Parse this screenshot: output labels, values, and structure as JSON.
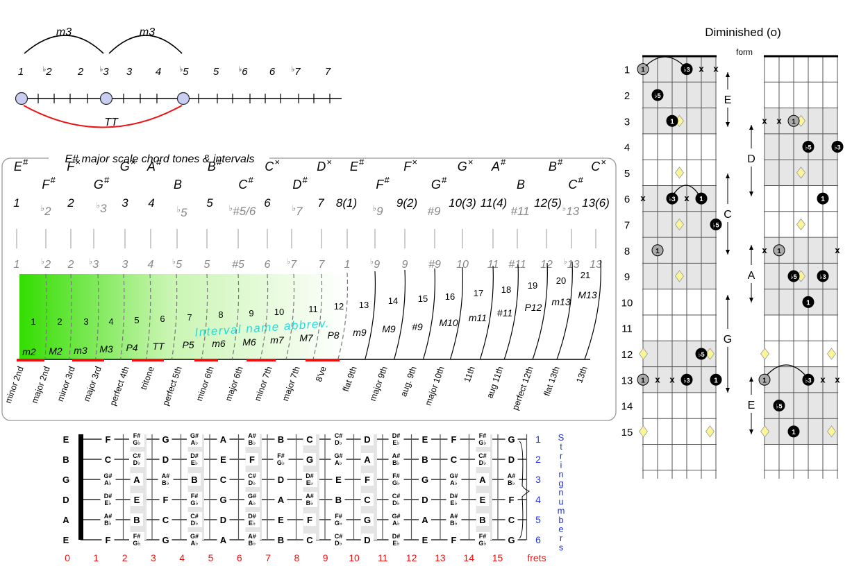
{
  "title": "Diminished (o)",
  "form_label": "form",
  "top_scale": {
    "m3": "m3",
    "tt": "TT",
    "degrees": [
      {
        "d": "1",
        "f": false
      },
      {
        "d": "2",
        "f": true
      },
      {
        "d": "2",
        "f": false
      },
      {
        "d": "3",
        "f": true
      },
      {
        "d": "3",
        "f": false
      },
      {
        "d": "4",
        "f": false
      },
      {
        "d": "5",
        "f": true
      },
      {
        "d": "5",
        "f": false
      },
      {
        "d": "6",
        "f": true
      },
      {
        "d": "6",
        "f": false
      },
      {
        "d": "7",
        "f": true
      },
      {
        "d": "7",
        "f": false
      }
    ]
  },
  "panel_title": "E# major scale chord tones & intervals",
  "interval_note": "Interval name abbrev.",
  "intervals": [
    {
      "note": "E",
      "acc": "#",
      "deg": "1",
      "degf": false,
      "gdeg": "1",
      "gf": false,
      "semi": "",
      "abbr": "",
      "full": ""
    },
    {
      "note": "F",
      "acc": "#",
      "deg": "2",
      "degf": true,
      "gdeg": "2",
      "gf": true,
      "semi": "1",
      "abbr": "m2",
      "full": "minor 2nd"
    },
    {
      "note": "F",
      "acc": "x",
      "deg": "2",
      "degf": false,
      "gdeg": "2",
      "gf": false,
      "semi": "2",
      "abbr": "M2",
      "full": "major 2nd"
    },
    {
      "note": "G",
      "acc": "#",
      "deg": "3",
      "degf": true,
      "gdeg": "3",
      "gf": true,
      "semi": "3",
      "abbr": "m3",
      "full": "minor 3rd"
    },
    {
      "note": "G",
      "acc": "x",
      "deg": "3",
      "degf": false,
      "gdeg": "3",
      "gf": false,
      "semi": "4",
      "abbr": "M3",
      "full": "major 3rd"
    },
    {
      "note": "A",
      "acc": "#",
      "deg": "4",
      "degf": false,
      "gdeg": "4",
      "gf": false,
      "semi": "5",
      "abbr": "P4",
      "full": "perfect 4th"
    },
    {
      "note": "B",
      "acc": "",
      "deg": "5",
      "degf": true,
      "gdeg": "5",
      "gf": true,
      "semi": "6",
      "abbr": "TT",
      "full": "tritone"
    },
    {
      "note": "B",
      "acc": "#",
      "deg": "5",
      "degf": false,
      "gdeg": "5",
      "gf": false,
      "semi": "7",
      "abbr": "P5",
      "full": "perfect 5th"
    },
    {
      "note": "C",
      "acc": "#",
      "deg": "#5/6",
      "degf": true,
      "gdeg": "#5",
      "gf": false,
      "semi": "8",
      "abbr": "m6",
      "full": "minor 6th"
    },
    {
      "note": "C",
      "acc": "x",
      "deg": "6",
      "degf": false,
      "gdeg": "6",
      "gf": false,
      "semi": "9",
      "abbr": "M6",
      "full": "major 6th"
    },
    {
      "note": "D",
      "acc": "#",
      "deg": "7",
      "degf": true,
      "gdeg": "7",
      "gf": true,
      "semi": "10",
      "abbr": "m7",
      "full": "minor 7th"
    },
    {
      "note": "D",
      "acc": "x",
      "deg": "7",
      "degf": false,
      "gdeg": "7",
      "gf": false,
      "semi": "11",
      "abbr": "M7",
      "full": "major 7th"
    },
    {
      "note": "E",
      "acc": "#",
      "deg": "8(1)",
      "degf": false,
      "gdeg": "1",
      "gf": false,
      "semi": "12",
      "abbr": "P8",
      "full": "8've"
    },
    {
      "note": "F",
      "acc": "#",
      "deg": "9",
      "degf": true,
      "gdeg": "9",
      "gf": true,
      "semi": "13",
      "abbr": "m9",
      "full": "flat 9th"
    },
    {
      "note": "F",
      "acc": "x",
      "deg": "9(2)",
      "degf": false,
      "gdeg": "9",
      "gf": false,
      "semi": "14",
      "abbr": "M9",
      "full": "major 9th"
    },
    {
      "note": "G",
      "acc": "#",
      "deg": "#9",
      "degf": false,
      "gdeg": "#9",
      "gf": false,
      "semi": "15",
      "abbr": "#9",
      "full": "aug. 9th"
    },
    {
      "note": "G",
      "acc": "x",
      "deg": "10(3)",
      "degf": false,
      "gdeg": "10",
      "gf": false,
      "semi": "16",
      "abbr": "M10",
      "full": "major 10th"
    },
    {
      "note": "A",
      "acc": "#",
      "deg": "11(4)",
      "degf": false,
      "gdeg": "11",
      "gf": false,
      "semi": "17",
      "abbr": "m11",
      "full": "11th"
    },
    {
      "note": "B",
      "acc": "",
      "deg": "#11",
      "degf": false,
      "gdeg": "#11",
      "gf": false,
      "semi": "18",
      "abbr": "#11",
      "full": "aug 11th"
    },
    {
      "note": "B",
      "acc": "#",
      "deg": "12(5)",
      "degf": false,
      "gdeg": "12",
      "gf": false,
      "semi": "19",
      "abbr": "P12",
      "full": "perfect 12th"
    },
    {
      "note": "C",
      "acc": "#",
      "deg": "13",
      "degf": true,
      "gdeg": "13",
      "gf": true,
      "semi": "20",
      "abbr": "m13",
      "full": "flat 13th"
    },
    {
      "note": "C",
      "acc": "x",
      "deg": "13(6)",
      "degf": false,
      "gdeg": "13",
      "gf": false,
      "semi": "21",
      "abbr": "M13",
      "full": "13th"
    }
  ],
  "fretboard": {
    "open_strings": [
      "E",
      "B",
      "G",
      "D",
      "A",
      "E"
    ],
    "rows": [
      [
        "F",
        "F#/Gb",
        "G",
        "G#/Ab",
        "A",
        "A#/Bb",
        "B",
        "C",
        "C#/Db",
        "D",
        "D#/Eb",
        "E",
        "F",
        "F#/Gb",
        "G"
      ],
      [
        "C",
        "C#/Db",
        "D",
        "D#/Eb",
        "E",
        "F",
        "F#/Gb",
        "G",
        "G#/Ab",
        "A",
        "A#/Bb",
        "B",
        "C",
        "C#/Db",
        "D"
      ],
      [
        "G#/Ab",
        "A",
        "A#/Bb",
        "B",
        "C",
        "C#/Db",
        "D",
        "D#/Eb",
        "E",
        "F",
        "F#/Gb",
        "G",
        "G#/Ab",
        "A",
        "A#/Bb"
      ],
      [
        "D#/Eb",
        "E",
        "F",
        "F#/Gb",
        "G",
        "G#/Ab",
        "A",
        "A#/Bb",
        "B",
        "C",
        "C#/Db",
        "D",
        "D#/Eb",
        "E",
        "F"
      ],
      [
        "A#/Bb",
        "B",
        "C",
        "C#/Db",
        "D",
        "D#/Eb",
        "E",
        "F",
        "F#/Gb",
        "G",
        "G#/Ab",
        "A",
        "A#/Bb",
        "B",
        "C"
      ],
      [
        "F",
        "F#/Gb",
        "G",
        "G#/Ab",
        "A",
        "A#/Bb",
        "B",
        "C",
        "C#/Db",
        "D",
        "D#/Eb",
        "E",
        "F",
        "F#/Gb",
        "G"
      ]
    ],
    "string_numbers": [
      "1",
      "2",
      "3",
      "4",
      "5",
      "6"
    ],
    "string_label": "String numbers",
    "fret_numbers": [
      "0",
      "1",
      "2",
      "3",
      "4",
      "5",
      "6",
      "7",
      "8",
      "9",
      "10",
      "11",
      "12",
      "13",
      "14",
      "15"
    ],
    "frets_label": "frets"
  },
  "diminished": {
    "fret_labels": [
      "1",
      "2",
      "3",
      "4",
      "5",
      "6",
      "7",
      "8",
      "9",
      "10",
      "11",
      "12",
      "13",
      "14",
      "15"
    ],
    "left_forms": [
      "E",
      "C",
      "G"
    ],
    "right_forms": [
      "D",
      "A",
      "E"
    ],
    "mute": "x",
    "left_dots": [
      {
        "f": 1,
        "s": 0,
        "t": "g",
        "l": "1"
      },
      {
        "f": 1,
        "s": 3,
        "t": "b",
        "l": "b3"
      },
      {
        "f": 2,
        "s": 1,
        "t": "b",
        "l": "b5"
      },
      {
        "f": 3,
        "s": 2,
        "t": "b",
        "l": "1"
      },
      {
        "f": 6,
        "s": 2,
        "t": "b",
        "l": "b3"
      },
      {
        "f": 6,
        "s": 4,
        "t": "b",
        "l": "1"
      },
      {
        "f": 7,
        "s": 5,
        "t": "b",
        "l": "b5"
      },
      {
        "f": 8,
        "s": 1,
        "t": "g",
        "l": "1"
      },
      {
        "f": 12,
        "s": 4,
        "t": "b",
        "l": "b5"
      },
      {
        "f": 13,
        "s": 0,
        "t": "g",
        "l": "1"
      },
      {
        "f": 13,
        "s": 3,
        "t": "b",
        "l": "b3"
      },
      {
        "f": 13,
        "s": 5,
        "t": "b",
        "l": "1"
      }
    ],
    "right_dots": [
      {
        "f": 3,
        "s": 2,
        "t": "g",
        "l": "1"
      },
      {
        "f": 4,
        "s": 3,
        "t": "b",
        "l": "b5"
      },
      {
        "f": 4,
        "s": 5,
        "t": "b",
        "l": "b3"
      },
      {
        "f": 6,
        "s": 4,
        "t": "b",
        "l": "1"
      },
      {
        "f": 8,
        "s": 1,
        "t": "g",
        "l": "1"
      },
      {
        "f": 9,
        "s": 2,
        "t": "b",
        "l": "b5"
      },
      {
        "f": 9,
        "s": 4,
        "t": "b",
        "l": "b3"
      },
      {
        "f": 10,
        "s": 3,
        "t": "b",
        "l": "1"
      },
      {
        "f": 13,
        "s": 0,
        "t": "g",
        "l": "1"
      },
      {
        "f": 13,
        "s": 3,
        "t": "b",
        "l": "b3"
      },
      {
        "f": 14,
        "s": 1,
        "t": "b",
        "l": "b5"
      },
      {
        "f": 15,
        "s": 2,
        "t": "b",
        "l": "1"
      }
    ]
  }
}
